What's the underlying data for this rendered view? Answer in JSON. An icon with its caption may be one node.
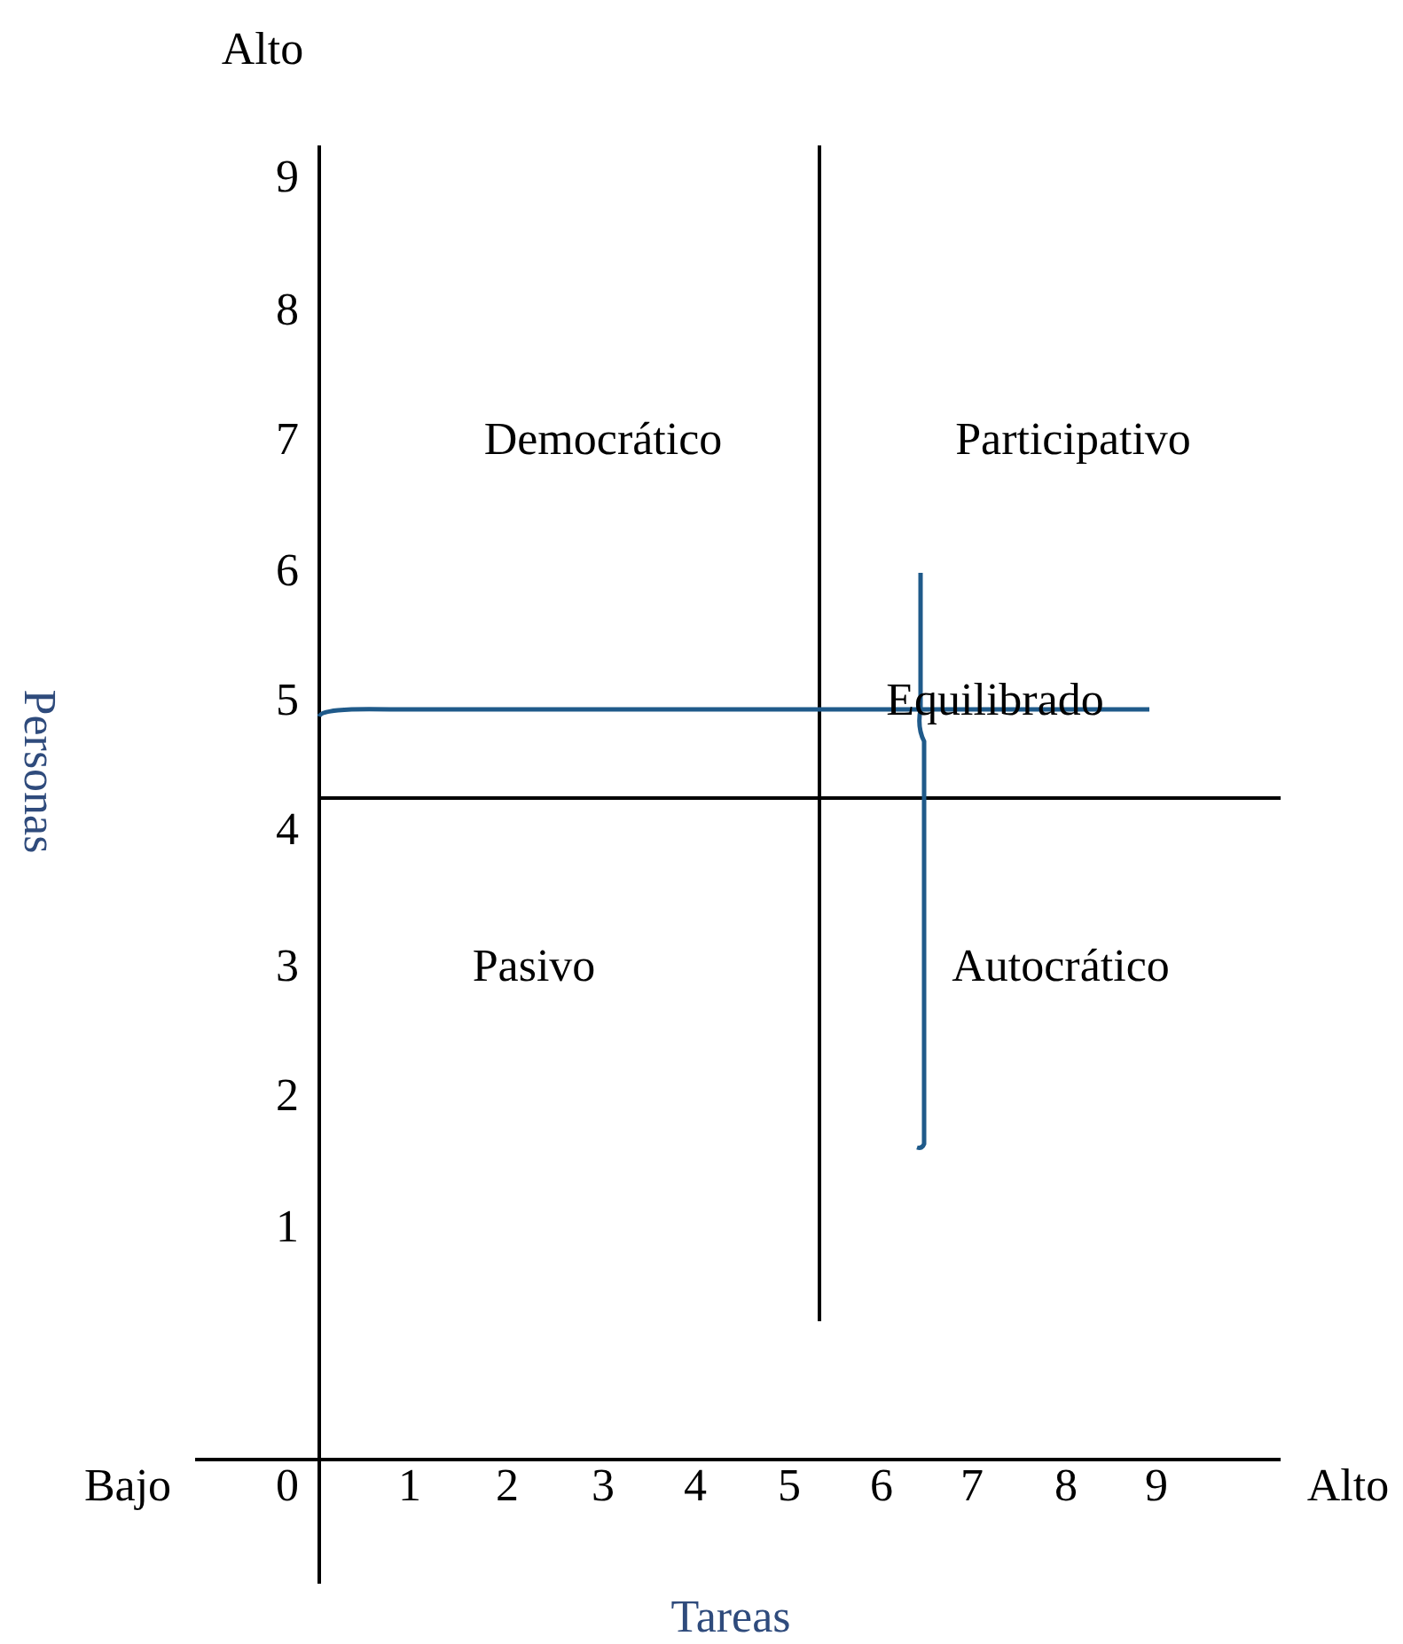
{
  "diagram": {
    "labels": [
      "Alto",
      "9",
      "8",
      "7",
      "Democrático",
      "Participativo",
      "6",
      "5",
      "Equilibrado",
      "4",
      "Personas",
      "3",
      "Pasivo",
      "Autocrático",
      "2",
      "1",
      "Bajo",
      "0",
      "1",
      "2",
      "3",
      "4",
      "5",
      "6",
      "7",
      "8",
      "9",
      "Alto",
      "Tareas"
    ]
  }
}
